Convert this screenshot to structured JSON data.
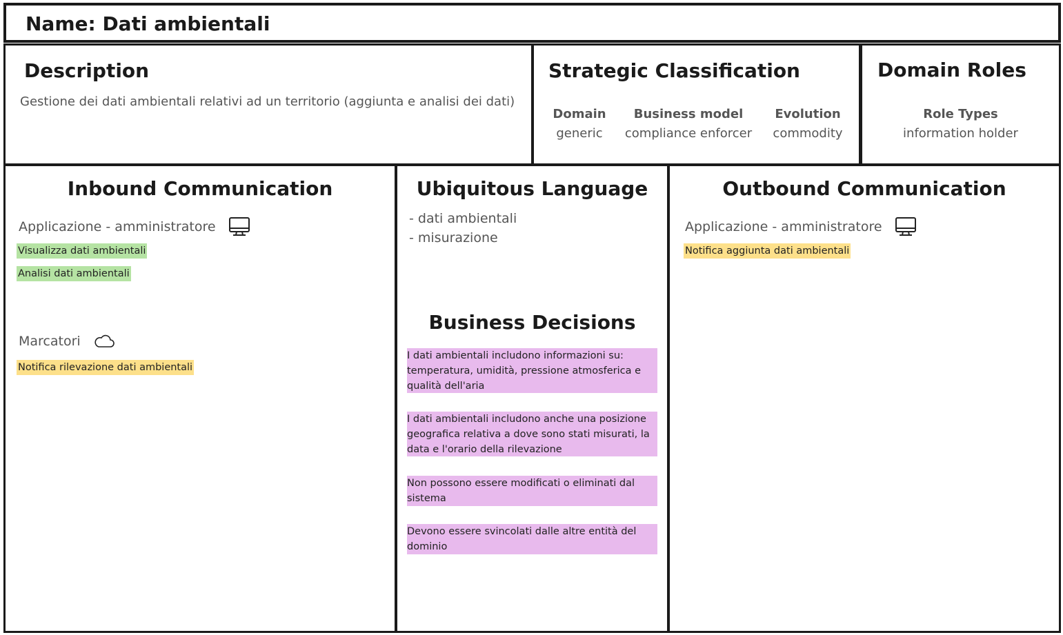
{
  "name": {
    "label": "Name: Dati ambientali"
  },
  "description": {
    "title": "Description",
    "text": "Gestione dei dati ambientali relativi ad un territorio (aggiunta e analisi dei dati)"
  },
  "strategic": {
    "title": "Strategic Classification",
    "columns": [
      {
        "heading": "Domain",
        "value": "generic"
      },
      {
        "heading": "Business model",
        "value": "compliance enforcer"
      },
      {
        "heading": "Evolution",
        "value": "commodity"
      }
    ]
  },
  "roles": {
    "title": "Domain Roles",
    "heading": "Role Types",
    "value": "information holder"
  },
  "inbound": {
    "title": "Inbound Communication",
    "actors": [
      {
        "label": "Applicazione - amministratore",
        "icon": "monitor-icon",
        "messages": [
          {
            "text": "Visualizza dati ambientali",
            "color": "#b5e3a3"
          },
          {
            "text": "Analisi dati ambientali",
            "color": "#b5e3a3"
          }
        ]
      },
      {
        "label": "Marcatori",
        "icon": "cloud-icon",
        "messages": [
          {
            "text": "Notifica rilevazione dati ambientali",
            "color": "#fde08a"
          }
        ]
      }
    ]
  },
  "ubiquitous": {
    "title": "Ubiquitous Language",
    "terms": [
      "- dati ambientali",
      "- misurazione"
    ]
  },
  "business": {
    "title": "Business Decisions",
    "decisions": [
      "I dati ambientali includono informazioni su: temperatura, umidità, pressione atmosferica e qualità dell'aria",
      "I dati ambientali includono anche una posizione geografica relativa a dove sono stati misurati, la data e l'orario della rilevazione",
      "Non possono essere modificati o eliminati dal sistema",
      "Devono essere svincolati dalle altre entità del dominio"
    ],
    "color": "#e8baed"
  },
  "outbound": {
    "title": "Outbound Communication",
    "actors": [
      {
        "label": "Applicazione - amministratore",
        "icon": "monitor-icon",
        "messages": [
          {
            "text": "Notifica aggiunta dati ambientali",
            "color": "#fde08a"
          }
        ]
      }
    ]
  }
}
